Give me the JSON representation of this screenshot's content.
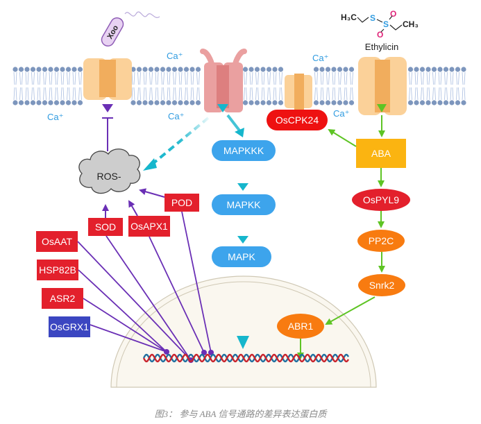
{
  "figure": {
    "caption": "图3： 参与 ABA 信号通路的差异表达蛋白质"
  },
  "colors": {
    "purple_pathway": "#6a2fb5",
    "cyan_pathway": "#16b6cc",
    "green_pathway": "#5ec424",
    "red_node": "#e3202c",
    "blue_node": "#3b46c1",
    "mapk_node": "#3da4ec",
    "aba_node": "#fbb411",
    "orange_node": "#f87b10",
    "channel": "#fbd199",
    "channel_core": "#f1ad5d",
    "receptor": "#eaa0a0",
    "membrane_head": "#7d96bd",
    "nucleus_fill": "#faf7ef",
    "ca_label": "#2f9be0"
  },
  "pathogen": {
    "label": "Xoo"
  },
  "compound": {
    "name": "Ethylicin",
    "formula_parts": {
      "left": "H₃C",
      "s1": "S",
      "s2": "S",
      "o_top": "O",
      "o_bottom": "O",
      "right": "CH₃"
    }
  },
  "ions": {
    "outside_1": "Ca⁺",
    "outside_2": "Ca⁺",
    "inside_1": "Ca⁺",
    "inside_2": "Ca⁺",
    "inside_3": "Ca⁺"
  },
  "ros": {
    "label": "ROS-"
  },
  "antioxidants": [
    {
      "id": "sod",
      "label": "SOD"
    },
    {
      "id": "osapx1",
      "label": "OsAPX1"
    },
    {
      "id": "pod",
      "label": "POD"
    }
  ],
  "gene_nodes": [
    {
      "id": "osaat",
      "label": "OsAAT",
      "color": "red"
    },
    {
      "id": "hsp82b",
      "label": "HSP82B",
      "color": "red"
    },
    {
      "id": "asr2",
      "label": "ASR2",
      "color": "red"
    },
    {
      "id": "osgrx1",
      "label": "OsGRX1",
      "color": "blue"
    }
  ],
  "mapk_cascade": [
    {
      "id": "mapkkk",
      "label": "MAPKKK"
    },
    {
      "id": "mapkk",
      "label": "MAPKK"
    },
    {
      "id": "mapk",
      "label": "MAPK"
    }
  ],
  "aba_pathway": {
    "oscpk24": "OsCPK24",
    "aba": "ABA",
    "ospyl9": "OsPYL9",
    "pp2c": "PP2C",
    "snrk2": "Snrk2",
    "abr1": "ABR1"
  }
}
